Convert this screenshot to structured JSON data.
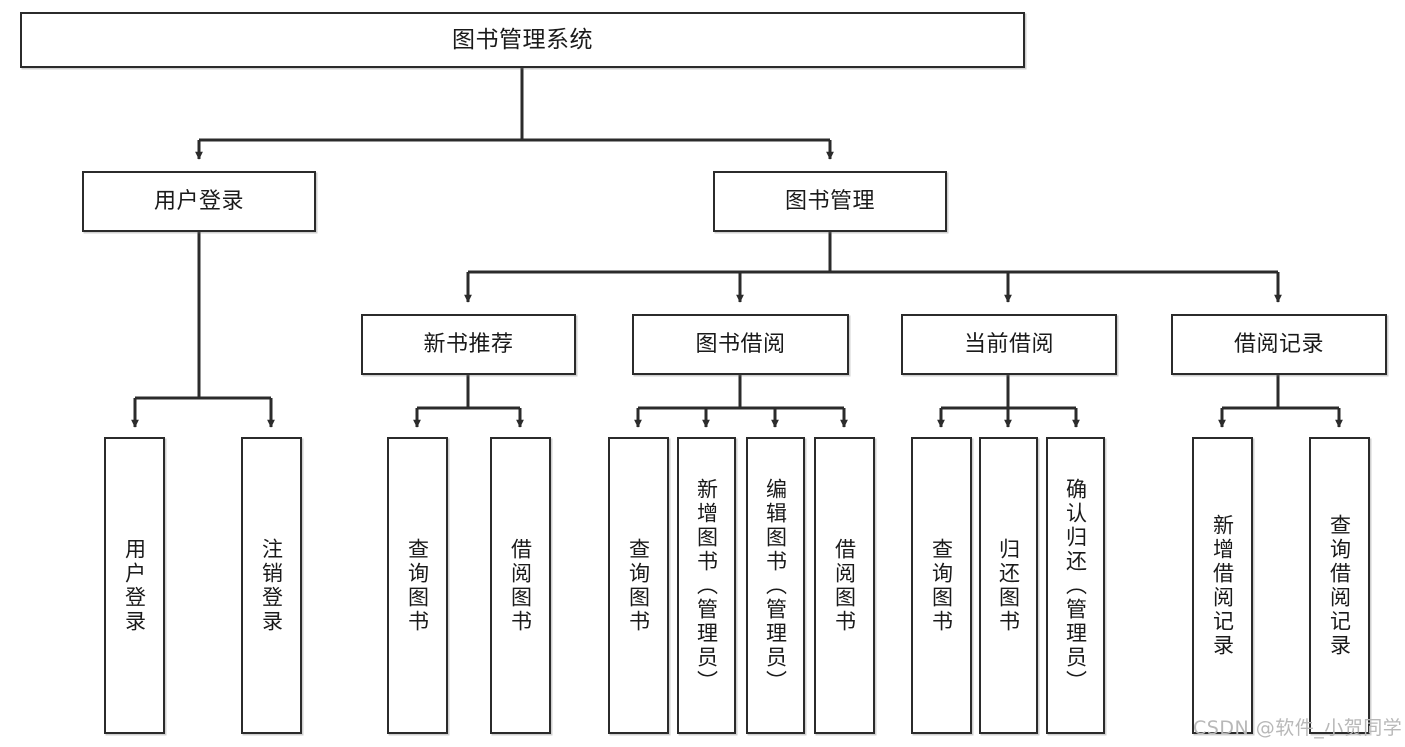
{
  "diagram": {
    "title": "图书管理系统",
    "type": "functional-structure-tree",
    "watermark": "CSDN @软件_小贺同学",
    "line_color": "#2b2b2b",
    "box_fill": "#ffffff",
    "text_color": "#1a1a1a"
  },
  "nodes": {
    "root": {
      "label": "图书管理系统"
    },
    "level2": [
      {
        "id": "user-login",
        "label": "用户登录"
      },
      {
        "id": "book-manage",
        "label": "图书管理"
      }
    ],
    "level3": [
      {
        "id": "new-book-recommend",
        "label": "新书推荐"
      },
      {
        "id": "book-borrow",
        "label": "图书借阅"
      },
      {
        "id": "current-borrow",
        "label": "当前借阅"
      },
      {
        "id": "borrow-record",
        "label": "借阅记录"
      }
    ],
    "leaves": {
      "user_login": [
        {
          "id": "leaf-user-login",
          "label": "用户登录"
        },
        {
          "id": "leaf-logout",
          "label": "注销登录"
        }
      ],
      "new_book_recommend": [
        {
          "id": "leaf-query-book-1",
          "label": "查询图书"
        },
        {
          "id": "leaf-borrow-book-1",
          "label": "借阅图书"
        }
      ],
      "book_borrow": [
        {
          "id": "leaf-query-book-2",
          "label": "查询图书"
        },
        {
          "id": "leaf-add-book",
          "label": "新增图书（管理员）"
        },
        {
          "id": "leaf-edit-book",
          "label": "编辑图书（管理员）"
        },
        {
          "id": "leaf-borrow-book-2",
          "label": "借阅图书"
        }
      ],
      "current_borrow": [
        {
          "id": "leaf-query-book-3",
          "label": "查询图书"
        },
        {
          "id": "leaf-return-book",
          "label": "归还图书"
        },
        {
          "id": "leaf-confirm-return",
          "label": "确认归还（管理员）"
        }
      ],
      "borrow_record": [
        {
          "id": "leaf-add-record",
          "label": "新增借阅记录"
        },
        {
          "id": "leaf-query-record",
          "label": "查询借阅记录"
        }
      ]
    }
  }
}
